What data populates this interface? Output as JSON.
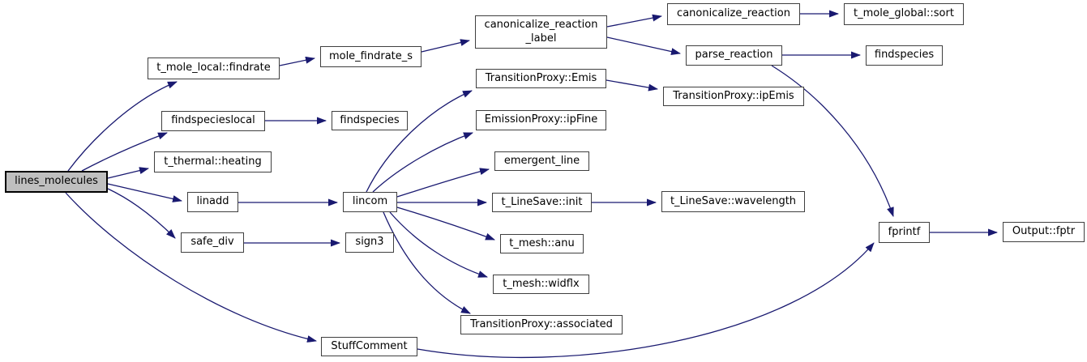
{
  "diagram": {
    "type": "doxygen-call-graph",
    "root": "lines_molecules",
    "colors": {
      "edge": "#191970",
      "node_fill": "#ffffff",
      "node_border": "#3f3f3f",
      "root_fill": "#bfbfbf",
      "root_border": "#000000",
      "text": "#000000",
      "background": "#ffffff"
    }
  },
  "nodes": [
    {
      "id": "lines_molecules",
      "label": "lines_molecules"
    },
    {
      "id": "t_mole_local_findrate",
      "label": "t_mole_local::findrate"
    },
    {
      "id": "mole_findrate_s",
      "label": "mole_findrate_s"
    },
    {
      "id": "canonicalize_reaction_label",
      "label": "canonicalize_reaction\n_label"
    },
    {
      "id": "canonicalize_reaction",
      "label": "canonicalize_reaction"
    },
    {
      "id": "t_mole_global_sort",
      "label": "t_mole_global::sort"
    },
    {
      "id": "parse_reaction",
      "label": "parse_reaction"
    },
    {
      "id": "findspecies_top",
      "label": "findspecies"
    },
    {
      "id": "findspecieslocal",
      "label": "findspecieslocal"
    },
    {
      "id": "findspecies_mid",
      "label": "findspecies"
    },
    {
      "id": "t_thermal_heating",
      "label": "t_thermal::heating"
    },
    {
      "id": "transitionproxy_emis",
      "label": "TransitionProxy::Emis"
    },
    {
      "id": "transitionproxy_ipemis",
      "label": "TransitionProxy::ipEmis"
    },
    {
      "id": "emissionproxy_ipfine",
      "label": "EmissionProxy::ipFine"
    },
    {
      "id": "emergent_line",
      "label": "emergent_line"
    },
    {
      "id": "linadd",
      "label": "linadd"
    },
    {
      "id": "lincom",
      "label": "lincom"
    },
    {
      "id": "t_linesave_init",
      "label": "t_LineSave::init"
    },
    {
      "id": "t_linesave_wavelength",
      "label": "t_LineSave::wavelength"
    },
    {
      "id": "t_mesh_anu",
      "label": "t_mesh::anu"
    },
    {
      "id": "t_mesh_widflx",
      "label": "t_mesh::widflx"
    },
    {
      "id": "transitionproxy_associated",
      "label": "TransitionProxy::associated"
    },
    {
      "id": "safe_div",
      "label": "safe_div"
    },
    {
      "id": "sign3",
      "label": "sign3"
    },
    {
      "id": "stuffcomment",
      "label": "StuffComment"
    },
    {
      "id": "fprintf",
      "label": "fprintf"
    },
    {
      "id": "output_fptr",
      "label": "Output::fptr"
    }
  ],
  "edges": [
    {
      "from": "lines_molecules",
      "to": "t_mole_local_findrate"
    },
    {
      "from": "lines_molecules",
      "to": "findspecieslocal"
    },
    {
      "from": "lines_molecules",
      "to": "t_thermal_heating"
    },
    {
      "from": "lines_molecules",
      "to": "linadd"
    },
    {
      "from": "lines_molecules",
      "to": "safe_div"
    },
    {
      "from": "lines_molecules",
      "to": "stuffcomment"
    },
    {
      "from": "t_mole_local_findrate",
      "to": "mole_findrate_s"
    },
    {
      "from": "mole_findrate_s",
      "to": "canonicalize_reaction_label"
    },
    {
      "from": "canonicalize_reaction_label",
      "to": "canonicalize_reaction"
    },
    {
      "from": "canonicalize_reaction_label",
      "to": "parse_reaction"
    },
    {
      "from": "canonicalize_reaction",
      "to": "t_mole_global_sort"
    },
    {
      "from": "parse_reaction",
      "to": "findspecies_top"
    },
    {
      "from": "parse_reaction",
      "to": "fprintf"
    },
    {
      "from": "findspecieslocal",
      "to": "findspecies_mid"
    },
    {
      "from": "linadd",
      "to": "lincom"
    },
    {
      "from": "lincom",
      "to": "transitionproxy_emis"
    },
    {
      "from": "lincom",
      "to": "emissionproxy_ipfine"
    },
    {
      "from": "lincom",
      "to": "emergent_line"
    },
    {
      "from": "lincom",
      "to": "t_linesave_init"
    },
    {
      "from": "lincom",
      "to": "t_mesh_anu"
    },
    {
      "from": "lincom",
      "to": "t_mesh_widflx"
    },
    {
      "from": "lincom",
      "to": "transitionproxy_associated"
    },
    {
      "from": "transitionproxy_emis",
      "to": "transitionproxy_ipemis"
    },
    {
      "from": "t_linesave_init",
      "to": "t_linesave_wavelength"
    },
    {
      "from": "safe_div",
      "to": "sign3"
    },
    {
      "from": "stuffcomment",
      "to": "fprintf"
    },
    {
      "from": "fprintf",
      "to": "output_fptr"
    }
  ]
}
